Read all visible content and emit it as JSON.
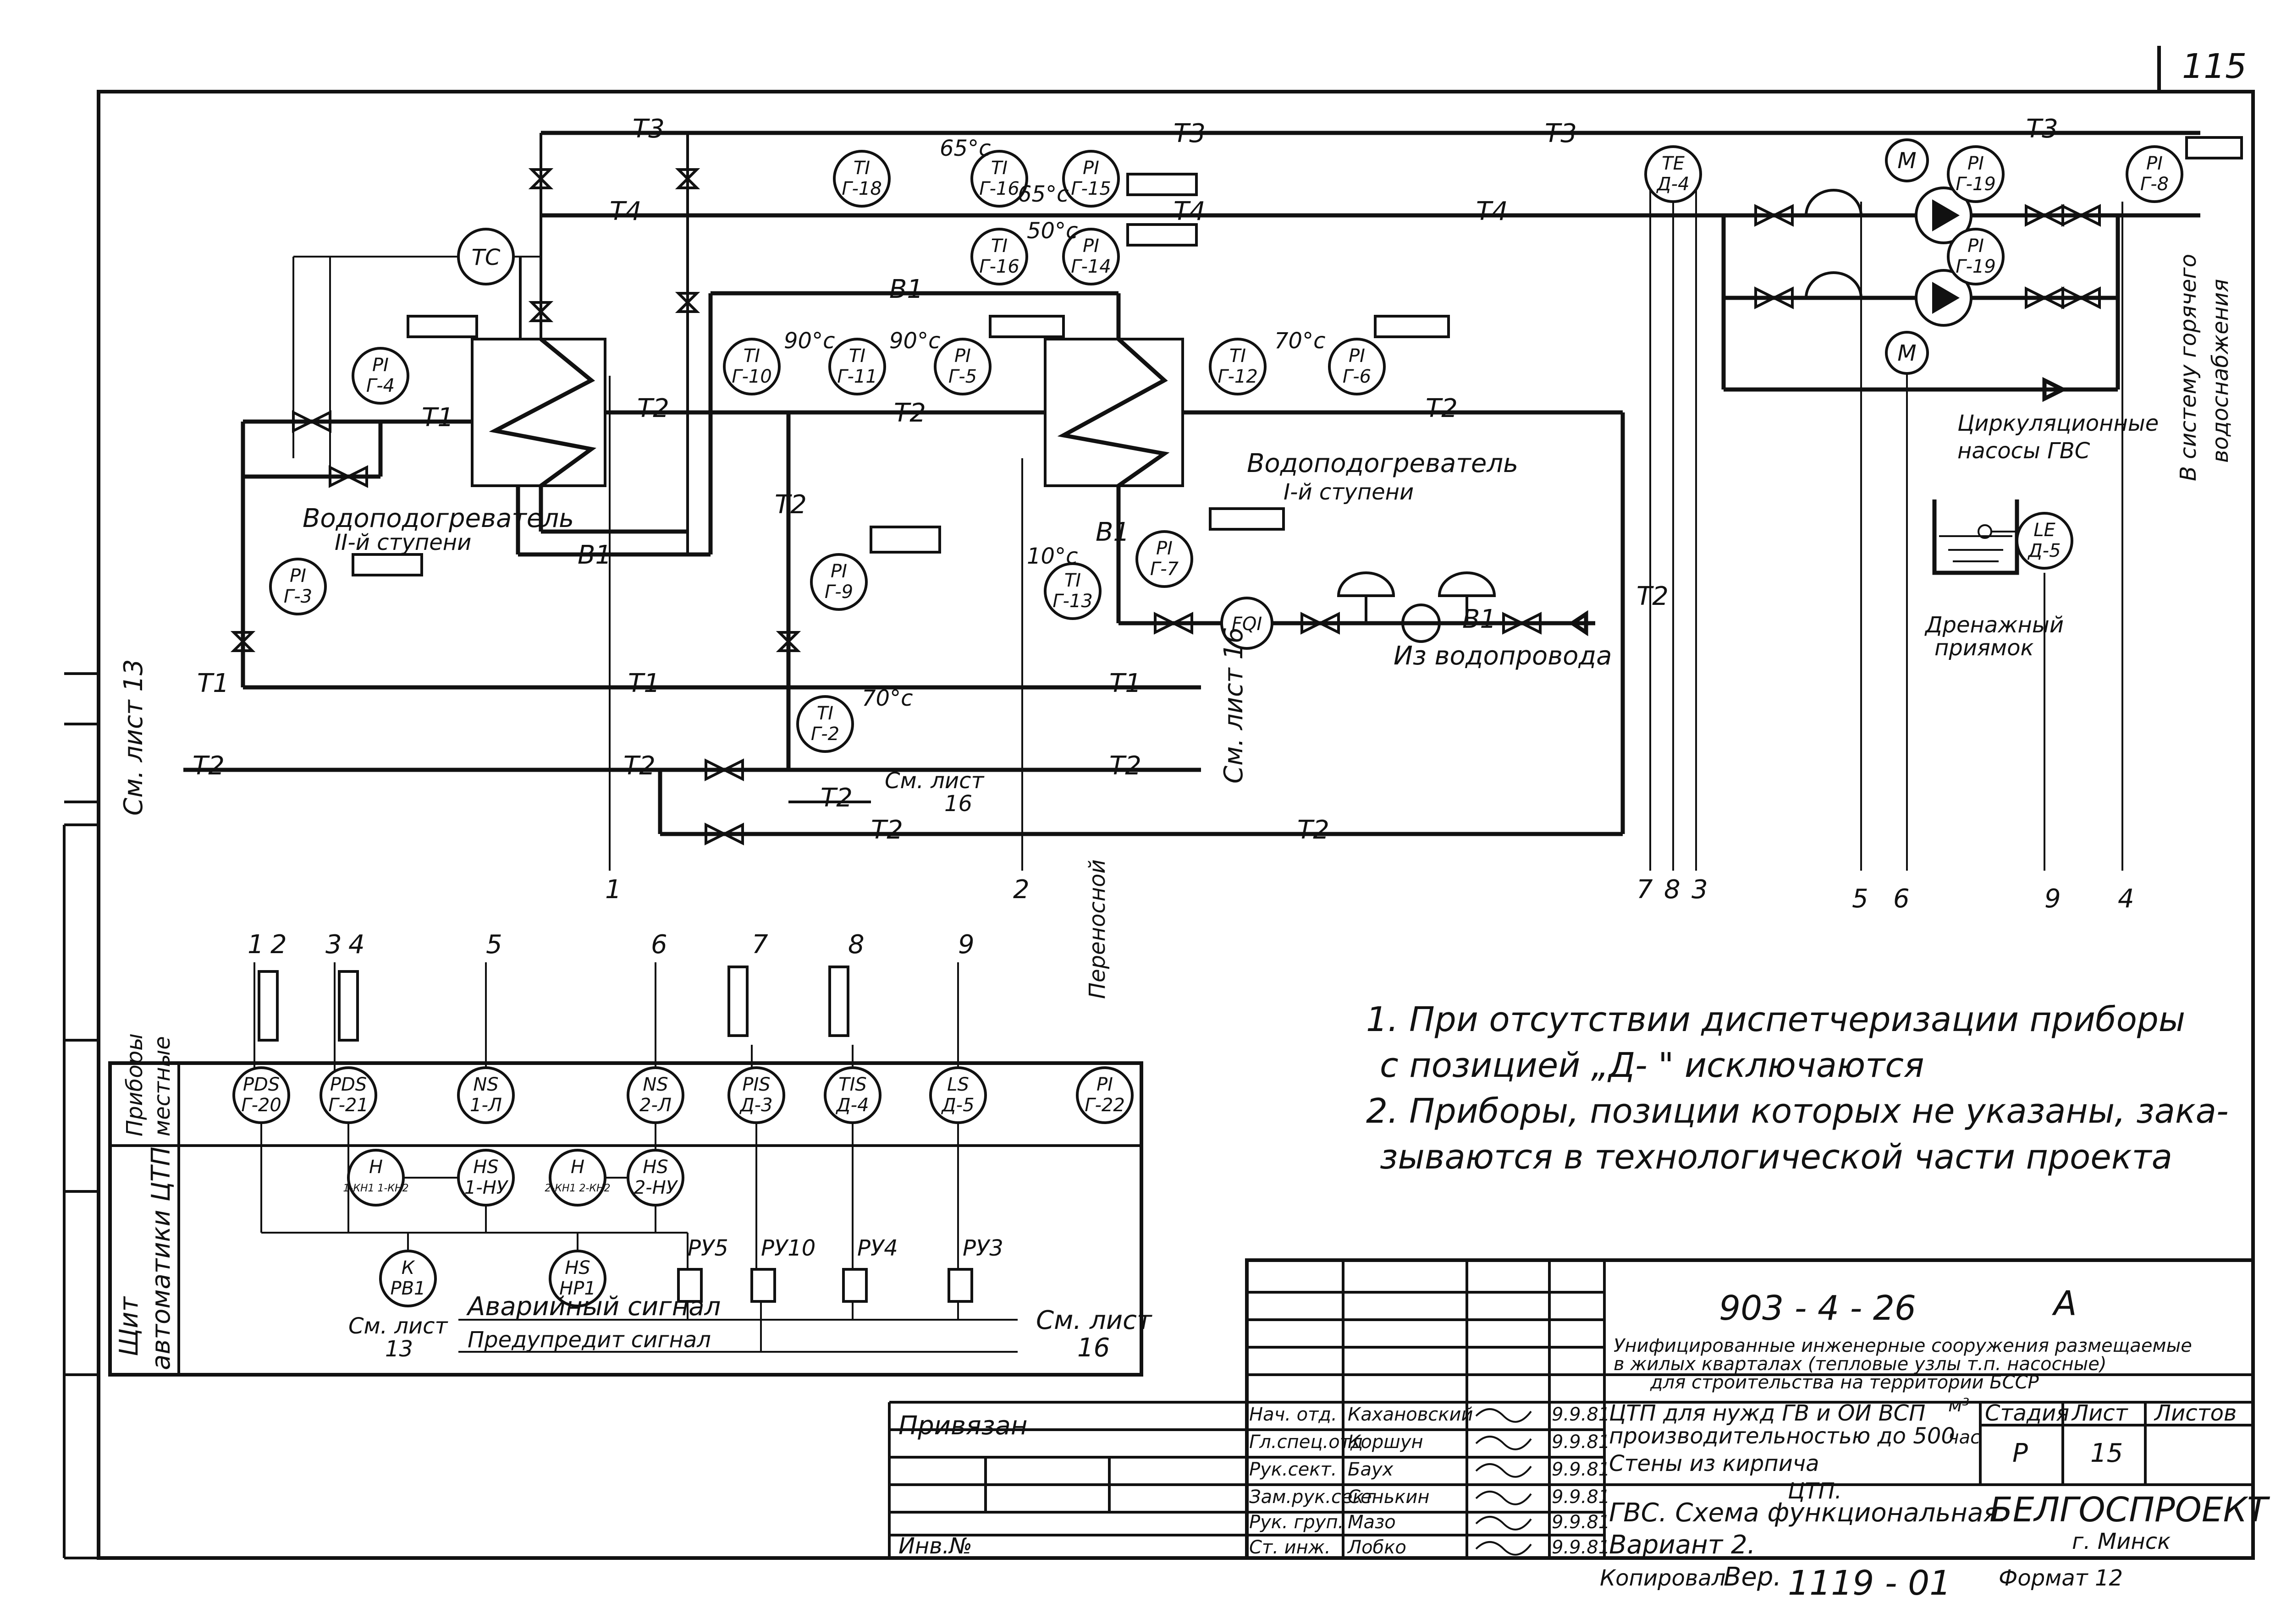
{
  "page_number": "115",
  "pipe_labels": {
    "t1": "Т1",
    "t2": "Т2",
    "t3": "Т3",
    "t4": "Т4",
    "v1": "В1"
  },
  "temperatures": {
    "t65": "65°с",
    "t65b": "65°с",
    "t50": "50°с",
    "t90a": "90°с",
    "t90b": "90°с",
    "t70a": "70°с",
    "t70b": "70°с",
    "t10": "10°с"
  },
  "instruments": [
    {
      "id": "tc",
      "top": "ТС",
      "bottom": ""
    },
    {
      "id": "pi-g4",
      "top": "PI",
      "bottom": "Г-4"
    },
    {
      "id": "pi-g3",
      "top": "PI",
      "bottom": "Г-3"
    },
    {
      "id": "ti-g18",
      "top": "TI",
      "bottom": "Г-18"
    },
    {
      "id": "ti-g16a",
      "top": "TI",
      "bottom": "Г-16"
    },
    {
      "id": "pi-g15",
      "top": "PI",
      "bottom": "Г-15"
    },
    {
      "id": "ti-g16b",
      "top": "TI",
      "bottom": "Г-16"
    },
    {
      "id": "pi-g14",
      "top": "PI",
      "bottom": "Г-14"
    },
    {
      "id": "ti-g10",
      "top": "TI",
      "bottom": "Г-10"
    },
    {
      "id": "ti-g11",
      "top": "TI",
      "bottom": "Г-11"
    },
    {
      "id": "pi-g5",
      "top": "PI",
      "bottom": "Г-5"
    },
    {
      "id": "ti-g12",
      "top": "TI",
      "bottom": "Г-12"
    },
    {
      "id": "pi-g6",
      "top": "PI",
      "bottom": "Г-6"
    },
    {
      "id": "pi-g9",
      "top": "PI",
      "bottom": "Г-9"
    },
    {
      "id": "ti-g2",
      "top": "TI",
      "bottom": "Г-2"
    },
    {
      "id": "pi-g7",
      "top": "PI",
      "bottom": "Г-7"
    },
    {
      "id": "ti-g13",
      "top": "TI",
      "bottom": "Г-13"
    },
    {
      "id": "fq",
      "top": "FQI",
      "bottom": ""
    },
    {
      "id": "te-d4",
      "top": "TE",
      "bottom": "Д-4"
    },
    {
      "id": "m1",
      "top": "M",
      "bottom": ""
    },
    {
      "id": "m2",
      "top": "M",
      "bottom": ""
    },
    {
      "id": "pi-g19a",
      "top": "PI",
      "bottom": "Г-19"
    },
    {
      "id": "pi-g19b",
      "top": "PI",
      "bottom": "Г-19"
    },
    {
      "id": "pi-g8",
      "top": "PI",
      "bottom": "Г-8"
    },
    {
      "id": "le-d5",
      "top": "LE",
      "bottom": "Д-5"
    }
  ],
  "labels": {
    "heater2": "Водоподогреватель",
    "heater2_stage": "II-й ступени",
    "heater1": "Водоподогреватель",
    "heater1_stage": "I-й ступени",
    "from_water": "Из водопровода",
    "pumps1": "Циркуляционные",
    "pumps2": "насосы ГВС",
    "drain1": "Дренажный",
    "drain2": "приямок",
    "to_system1": "В систему горячего",
    "to_system2": "водоснабжения",
    "see13": "См. лист 13",
    "see16": "См. лист 16",
    "see16b_1": "См. лист",
    "see16b_2": "16"
  },
  "line_numbers": [
    "1",
    "2",
    "7",
    "8",
    "3",
    "5",
    "6",
    "9",
    "4"
  ],
  "panel": {
    "row1_label_1": "Приборы",
    "row1_label_2": "местные",
    "row2_label_1": "Щит",
    "row2_label_2": "автоматики ЦТП",
    "portable": "Переносной",
    "column_numbers": [
      "1",
      "2",
      "3",
      "4",
      "5",
      "6",
      "7",
      "8",
      "9"
    ],
    "local_instruments": [
      {
        "top": "PDS",
        "bottom": "Г-20"
      },
      {
        "top": "PDS",
        "bottom": "Г-21"
      },
      {
        "top": "NS",
        "bottom": "1-Л"
      },
      {
        "top": "NS",
        "bottom": "2-Л"
      },
      {
        "top": "PIS",
        "bottom": "Д-3"
      },
      {
        "top": "TIS",
        "bottom": "Д-4"
      },
      {
        "top": "LS",
        "bottom": "Д-5"
      },
      {
        "top": "PI",
        "bottom": "Г-22"
      }
    ],
    "board_instruments": [
      {
        "top": "H",
        "bottom": "1-КН1 1-КН2"
      },
      {
        "top": "HS",
        "bottom": "1-НУ"
      },
      {
        "top": "H",
        "bottom": "2-КН1 2-КН2"
      },
      {
        "top": "HS",
        "bottom": "2-НУ"
      },
      {
        "top": "К",
        "bottom": "РВ1"
      },
      {
        "top": "HS",
        "bottom": "НР1"
      }
    ],
    "relays": [
      "РУ5",
      "РУ10",
      "РУ4",
      "РУ3"
    ],
    "alarm": "Аварийный сигнал",
    "warning": "Предупредит сигнал",
    "see13_1": "См. лист",
    "see13_2": "13",
    "see16_1": "См. лист",
    "see16_2": "16"
  },
  "notes": {
    "n1a": "1. При отсутствии диспетчеризации приборы",
    "n1b": "с позицией „Д-   \" исключаются",
    "n2a": "2. Приборы, позиции которых не указаны, зака-",
    "n2b": "зываются в  технологической части проекта"
  },
  "title_block": {
    "code": "903 - 4 - 26",
    "letter": "А",
    "desc1": "Унифицированные инженерные сооружения размещаемые",
    "desc2": "в жилых кварталах (тепловые узлы т.п. насосные)",
    "desc3": "для строительства на территории БССР",
    "bound": "Привязан",
    "inv": "Инв.№",
    "roles": [
      "Нач. отд.",
      "Гл.спец.отд",
      "Рук.сект.",
      "Зам.рук.сект",
      "Рук. груп.",
      "Ст. инж."
    ],
    "names": [
      "Кахановский",
      "Коршун",
      "Баух",
      "Сенькин",
      "Мазо",
      "Лобко"
    ],
    "dates": [
      "9.9.81",
      "9.9.81",
      "9.9.81",
      "9.9.81",
      "9.9.81",
      "9.9.81"
    ],
    "subject1": "ЦТП для нужд ГВ и ОИ ВСП",
    "subject2": "производительностью до 500",
    "subject_unit_top": "м³",
    "subject_unit_bottom": "час",
    "subject3": "Стены из кирпича",
    "sheet_title1": "ЦТП.",
    "sheet_title2": "ГВС. Схема функциональная.",
    "sheet_title3": "Вариант 2.",
    "stage_h": "Стадия",
    "sheet_h": "Лист",
    "sheets_h": "Листов",
    "stage_v": "Р",
    "sheet_v": "15",
    "org": "БЕЛГОСПРОЕКТ",
    "city": "г. Минск",
    "copied": "Копировал",
    "copied_sign": "Вер.",
    "number": "1119 - 01",
    "format": "Формат 12"
  }
}
